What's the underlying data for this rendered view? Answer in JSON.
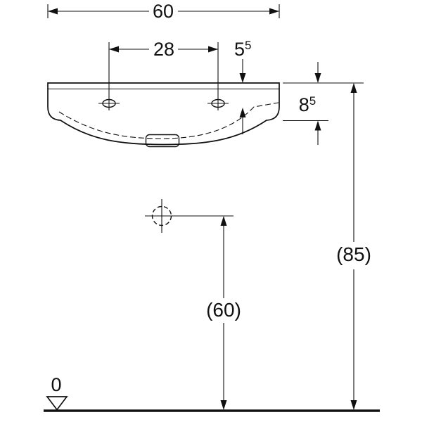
{
  "colors": {
    "background": "#ffffff",
    "line": "#111111"
  },
  "dimensions": {
    "width": "60",
    "tap_hole_spacing": "28",
    "rim_depth": {
      "base": "5",
      "sup": "5"
    },
    "rim_height": {
      "base": "8",
      "sup": "5"
    },
    "overall_height": "(85)",
    "drain_height": "(60)",
    "datum": "0"
  }
}
